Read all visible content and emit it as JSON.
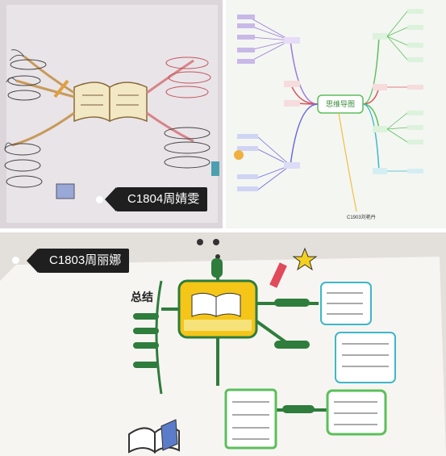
{
  "photos": [
    {
      "label": "C1804周婧雯"
    },
    {
      "label": "思维导图",
      "caption": "C1903刘艳丹"
    },
    {
      "label": "C1803周丽娜",
      "title_text": "总结"
    }
  ],
  "colors": {
    "tag_bg": "#1f1f1f",
    "mindmap_purple": "#9a7ad8",
    "mindmap_green": "#5bbf5b",
    "mindmap_cyan": "#3cb8c8",
    "mindmap_red": "#d8555a",
    "sketch_yellow": "#f5c518",
    "sketch_green": "#2e7d3c"
  }
}
